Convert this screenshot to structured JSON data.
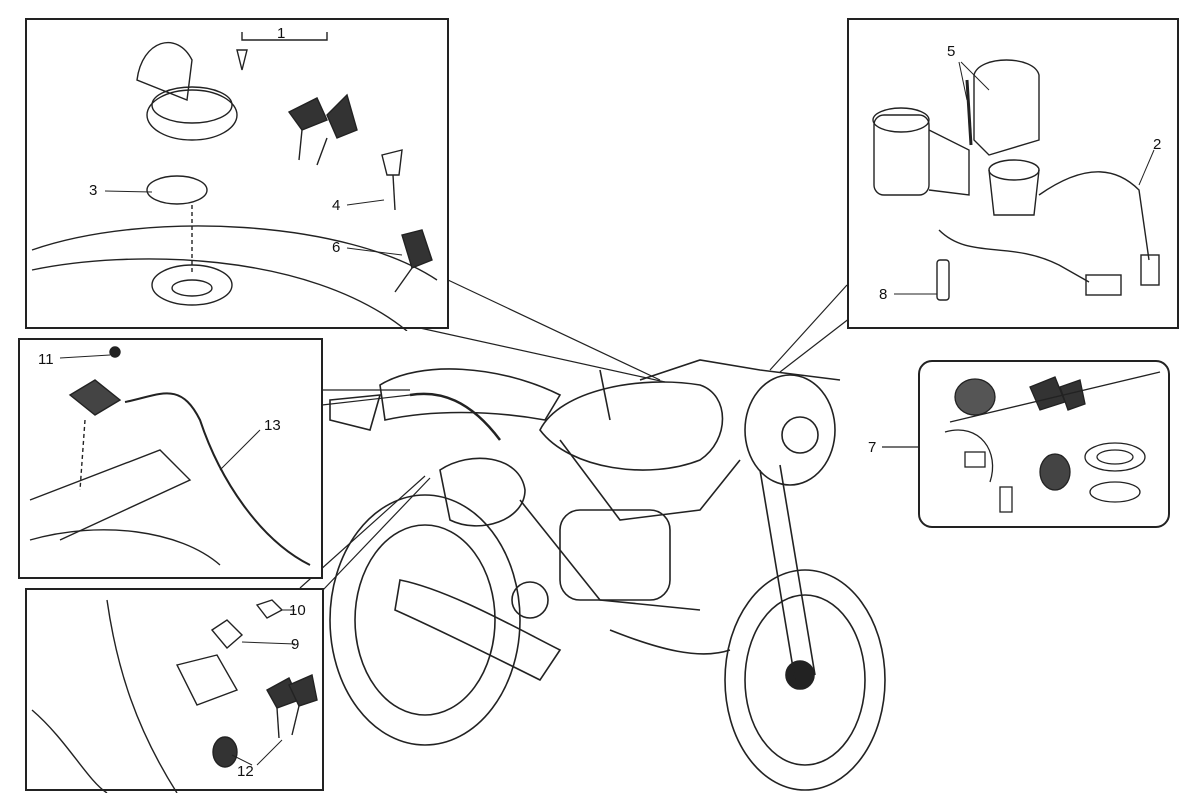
{
  "diagram": {
    "callouts": {
      "c1": "1",
      "c2": "2",
      "c3": "3",
      "c4": "4",
      "c5": "5",
      "c6": "6",
      "c7": "7",
      "c8": "8",
      "c9": "9",
      "c10": "10",
      "c11": "11",
      "c12": "12",
      "c13": "13"
    },
    "colors": {
      "line": "#222222",
      "background": "#ffffff"
    }
  }
}
